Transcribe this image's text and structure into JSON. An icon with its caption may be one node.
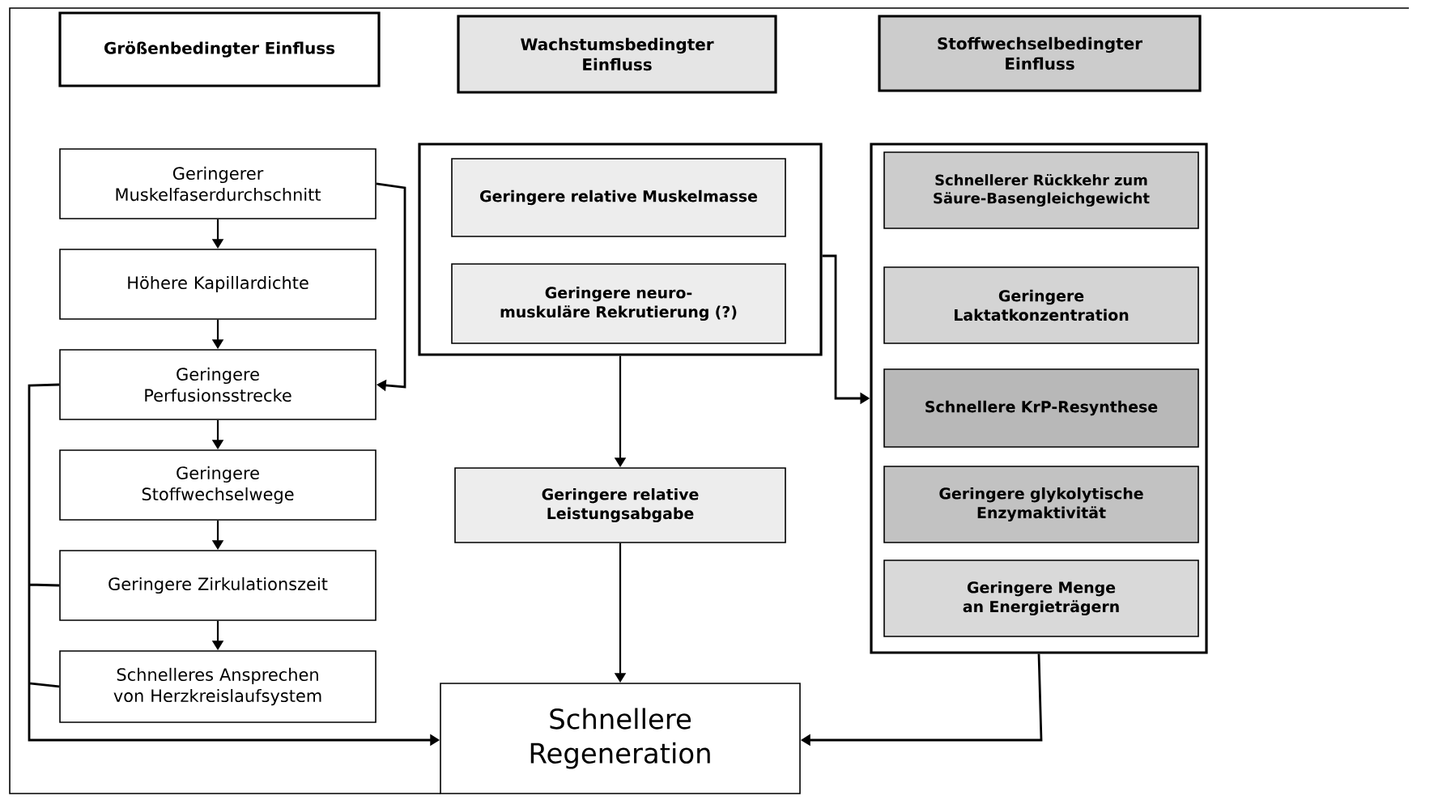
{
  "diagram": {
    "nodes": [
      {
        "text": [
          "Größenbedingter Einfluss"
        ]
      },
      {
        "text": [
          "Wachstumsbedingter Einfluss"
        ]
      },
      {
        "text": [
          "Stoffwechselbedingter Einfluss"
        ]
      },
      {
        "text": [
          "Geringerer Muskelfaserdurchschnitt"
        ]
      },
      {
        "text": [
          "Höhere Kapillardichte"
        ]
      },
      {
        "text": [
          "Geringere Perfusionsstrecke"
        ]
      },
      {
        "text": [
          "Geringere Stoffwechselwege"
        ]
      },
      {
        "text": [
          "Geringere Zirkulationszeit"
        ]
      },
      {
        "text": [
          "Schnelleres Ansprechen von Herzkreislaufsystem"
        ]
      },
      {
        "text": [],
        "shape": "box"
      },
      {
        "text": [
          "Geringere relative Muskelmasse"
        ],
        "in": 9
      },
      {
        "text": [
          "Geringere neuro-muskuläre Rekrutierung (?)"
        ],
        "in": 9
      },
      {
        "text": [
          "Geringere relative Leistungsabgabe"
        ]
      },
      {
        "text": [],
        "shape": "box"
      },
      {
        "text": [
          "Schnellerer Rückkehr zum Säure-Basengleichgewicht"
        ],
        "in": 13
      },
      {
        "text": [
          "Geringere Laktatkonzentration"
        ],
        "in": 13
      },
      {
        "text": [
          "Schnellere KrP-Resynthese"
        ],
        "in": 13
      },
      {
        "text": [
          "Geringere glykolytische Enzymaktivität"
        ],
        "in": 13
      },
      {
        "text": [
          "Geringere Menge an Energieträgern"
        ],
        "in": 13
      },
      {
        "text": [
          "Schnellere Regeneration"
        ]
      }
    ],
    "edges": [
      {
        "from": 3,
        "to": 4,
        "arrow": "to"
      },
      {
        "from": 4,
        "to": 5,
        "arrow": "to"
      },
      {
        "from": 5,
        "to": 6,
        "arrow": "to"
      },
      {
        "from": 6,
        "to": 7,
        "arrow": "to"
      },
      {
        "from": 7,
        "to": 8,
        "arrow": "to"
      },
      {
        "from": 3,
        "to": 5,
        "arrow": "to"
      },
      {
        "from": 5,
        "to": 19,
        "arrow": "to"
      },
      {
        "from": 7,
        "to": 19,
        "arrow": "to"
      },
      {
        "from": 8,
        "to": 19,
        "arrow": "to"
      },
      {
        "from": 9,
        "to": 12,
        "arrow": "to"
      },
      {
        "from": 12,
        "to": 19,
        "arrow": "to"
      },
      {
        "from": 9,
        "to": 13,
        "arrow": "to"
      },
      {
        "from": 13,
        "to": 19,
        "arrow": "to"
      }
    ]
  }
}
